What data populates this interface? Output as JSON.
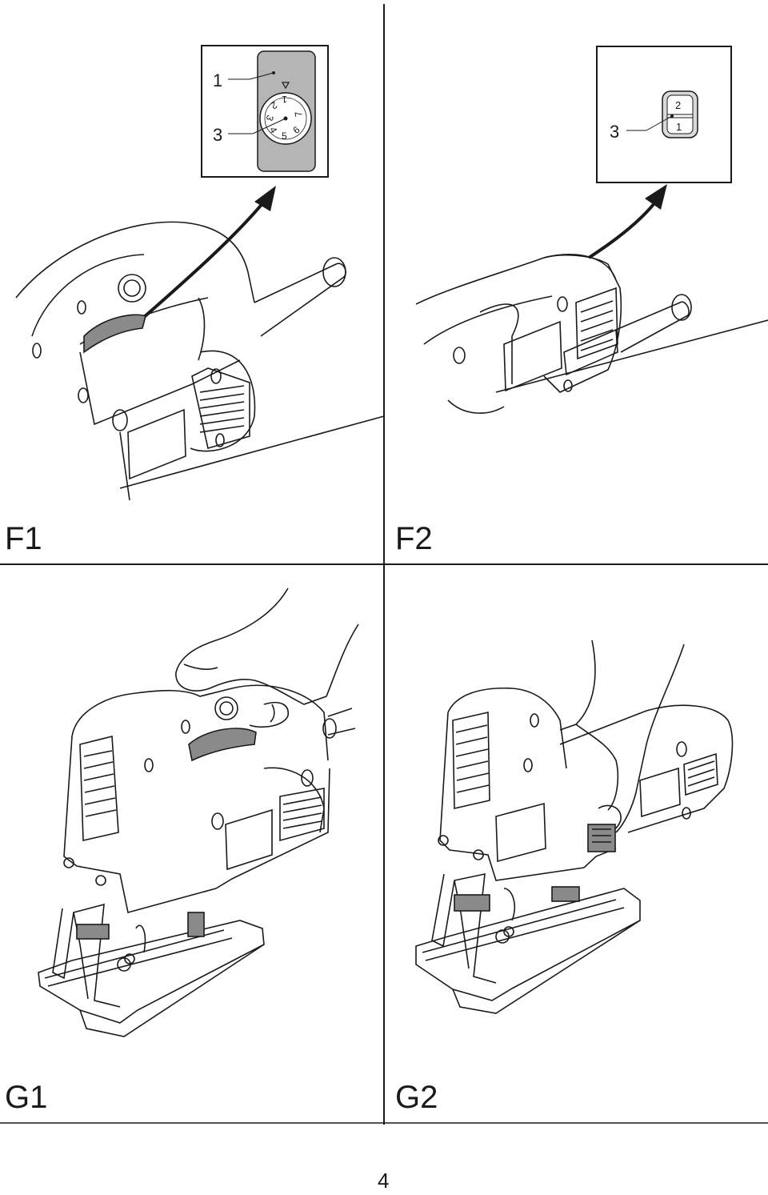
{
  "figures": {
    "f1": {
      "label": "F1",
      "callouts": [
        "1",
        "3"
      ],
      "dial_numbers": [
        "1",
        "2",
        "3",
        "4",
        "5",
        "6",
        "7"
      ]
    },
    "f2": {
      "label": "F2",
      "callouts": [
        "3"
      ],
      "switch_positions": [
        "2",
        "1"
      ]
    },
    "g1": {
      "label": "G1"
    },
    "g2": {
      "label": "G2"
    }
  },
  "page_number": "4",
  "colors": {
    "line": "#1a1a1a",
    "panel_gray": "#b5b5b5",
    "part_gray": "#8a8a8a"
  }
}
